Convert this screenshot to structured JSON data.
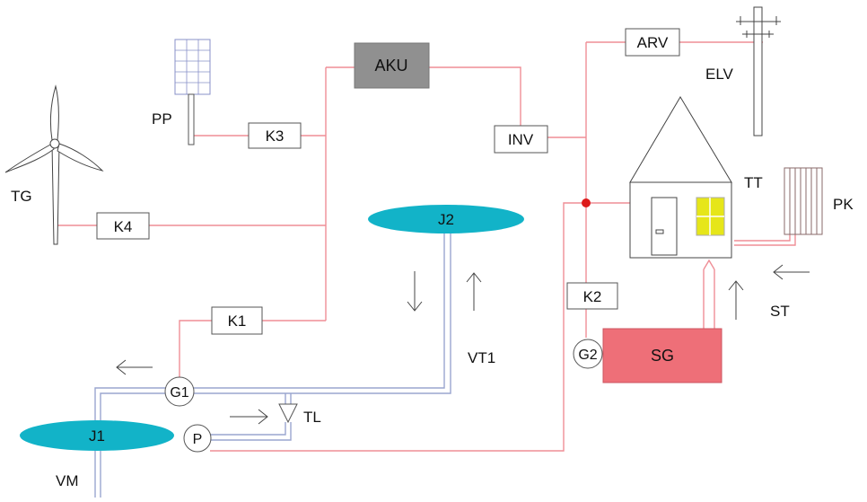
{
  "labels": {
    "tg": "TG",
    "pp": "PP",
    "k1": "K1",
    "k2": "K2",
    "k3": "K3",
    "k4": "K4",
    "aku": "AKU",
    "inv": "INV",
    "arv": "ARV",
    "elv": "ELV",
    "tt": "TT",
    "pk": "PK",
    "st": "ST",
    "sg": "SG",
    "g1": "G1",
    "g2": "G2",
    "p": "P",
    "tl": "TL",
    "j1": "J1",
    "j2": "J2",
    "vt1": "VT1",
    "vm": "VM"
  },
  "colors": {
    "electric_line": "#ef8e96",
    "water_pipe": "#9aa6cf",
    "reservoir": "#12b3c8",
    "aku_fill": "#909090",
    "sg_fill": "#ee6f78",
    "window_fill": "#e6e619",
    "junction_dot": "#dd1a1a",
    "stroke": "#333333"
  }
}
